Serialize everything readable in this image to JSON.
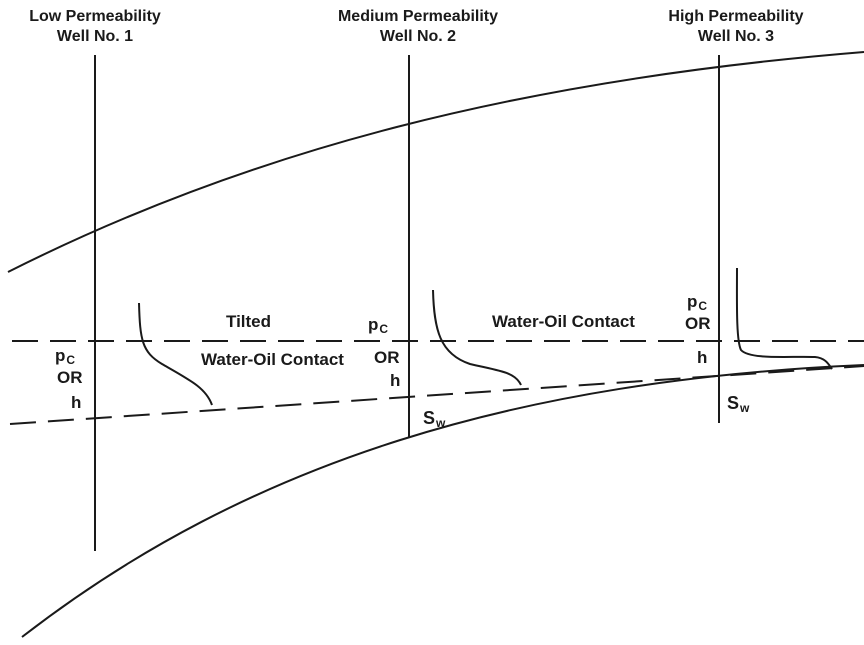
{
  "wells": [
    {
      "title": "Low Permeability",
      "subtitle": "Well No. 1"
    },
    {
      "title": "Medium Permeability",
      "subtitle": "Well No. 2"
    },
    {
      "title": "High Permeability",
      "subtitle": "Well No. 3"
    }
  ],
  "labels": {
    "tilted": "Tilted",
    "woc_upper": "Water-Oil Contact",
    "woc_lower": "Water-Oil Contact",
    "pc_main": "p",
    "pc_sub": "C",
    "or": "OR",
    "h": "h",
    "sw_main": "S",
    "sw_sub": "w"
  }
}
